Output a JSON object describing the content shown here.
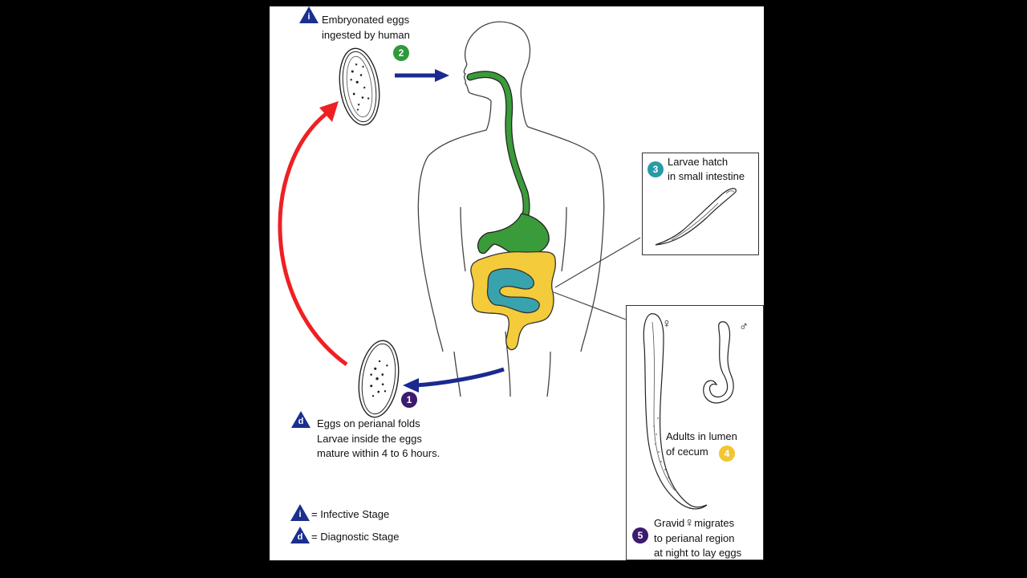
{
  "colors": {
    "background": "#000000",
    "panel": "#ffffff",
    "triangle": "#1b2f8f",
    "badge_1": "#3c1a6e",
    "badge_2": "#2f9a3c",
    "badge_3": "#2a9aa6",
    "badge_4": "#f2c531",
    "badge_5": "#3c1a6e",
    "red_arrow": "#ee2024",
    "blue_arrow": "#1a2a8f",
    "esophagus_stomach": "#3a9b3a",
    "small_intestine": "#39a3ad",
    "large_intestine": "#f4cb3a"
  },
  "icons": {
    "infective_triangle": "triangle-i-icon",
    "diagnostic_triangle": "triangle-d-icon",
    "female_symbol": "female-symbol-icon",
    "male_symbol": "male-symbol-icon"
  },
  "stage2": {
    "triangle_letter": "i",
    "line1": "Embryonated eggs",
    "line2": "ingested by human",
    "badge": "2"
  },
  "stage3": {
    "badge": "3",
    "line1": "Larvae hatch",
    "line2": "in small intestine"
  },
  "stage4": {
    "line1": "Adults in lumen",
    "line2": "of cecum",
    "badge": "4",
    "female_symbol": "♀",
    "male_symbol": "♂"
  },
  "stage5": {
    "badge": "5",
    "line1_before": "Gravid",
    "line1_symbol": "♀",
    "line1_after": "migrates",
    "line2": "to perianal region",
    "line3": "at night to lay eggs"
  },
  "stage1": {
    "badge": "1",
    "triangle_letter": "d",
    "line1": "Eggs on perianal folds",
    "line2": "Larvae inside the eggs",
    "line3": "mature within 4 to 6 hours."
  },
  "legend": {
    "infective_letter": "i",
    "infective_label": "= Infective Stage",
    "diagnostic_letter": "d",
    "diagnostic_label": "= Diagnostic Stage"
  }
}
